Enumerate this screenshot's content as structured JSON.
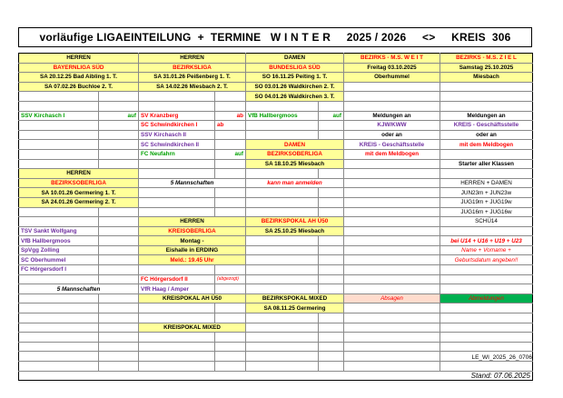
{
  "title": "vorläufige LIGAEINTEILUNG  +  TERMINE   W I N T E R     2025 / 2026     <>     KREIS  306",
  "footer": {
    "stand": "Stand: 07.06.2025",
    "file_id": "LE_WI_2025_26_0706"
  },
  "colors": {
    "header_yellow": "#ffff99",
    "header_peach": "#ffdccd",
    "header_green": "#00b050",
    "red": "#ff0000",
    "blue": "#0070c0",
    "purple": "#7030a0",
    "green": "#00a000"
  },
  "rows": [
    [
      "HERREN",
      "",
      "HERREN",
      "",
      "DAMEN",
      "",
      "BEZIRKS - M.S.  W E I T",
      "BEZIRKS - M.S.  Z I E L"
    ],
    [
      "BAYERNLIGA SÜD",
      "",
      "BEZIRKSLIGA",
      "",
      "BUNDESLIGA SÜD",
      "",
      "Freitag 03.10.2025",
      "Samstag 25.10.2025"
    ],
    [
      "SA 20.12.25 Bad Aibling 1. T.",
      "",
      "SA 31.01.26 Peißenberg 1. T.",
      "",
      "SO 16.11.25 Peiting  1. T.",
      "",
      "Oberhummel",
      "Miesbach"
    ],
    [
      "SA 07.02.26 Buchloe 2. T.",
      "",
      "SA 14.02.26 Miesbach  2. T.",
      "",
      "SO 03.01.26 Waldkirchen 2. T.",
      "",
      "",
      ""
    ],
    [
      "",
      "",
      "",
      "",
      "SO 04.01.26 Waldkirchen 3. T.",
      "",
      "",
      ""
    ],
    [
      "",
      "",
      "",
      "",
      "",
      "",
      "",
      ""
    ],
    [
      "SSV Kirchasch  I",
      "auf",
      "SV Kranzberg",
      "ab",
      "VfB Hallbergmoos",
      "auf",
      "Meldungen an",
      "Meldungen an"
    ],
    [
      "",
      "",
      "SC Schwindkirchen  I",
      "ab",
      "",
      "",
      "KJW/KWW",
      "KREIS - Geschäftsstelle"
    ],
    [
      "",
      "",
      "SSV  Kirchasch  II",
      "",
      "",
      "",
      "oder an",
      "oder an"
    ],
    [
      "",
      "",
      "SC Schwindkirchen  II",
      "",
      "DAMEN",
      "",
      "KREIS - Geschäftsstelle",
      "mit dem Meldbogen"
    ],
    [
      "",
      "",
      "FC Neufahrn",
      "auf",
      "BEZIRKSOBERLIGA",
      "",
      "mit dem Meldbogen",
      ""
    ],
    [
      "",
      "",
      "",
      "",
      "SA 18.10.25 Miesbach",
      "",
      "",
      "Starter aller Klassen"
    ],
    [
      "HERREN",
      "",
      "",
      "",
      "",
      "",
      "",
      ""
    ],
    [
      "BEZIRKSOBERLIGA",
      "",
      "5  Mannschaften",
      "",
      "kann man anmelden",
      "",
      "",
      "HERREN  +  DAMEN"
    ],
    [
      "SA 10.01.26 Germering 1. T.",
      "",
      "",
      "",
      "",
      "",
      "",
      "JUN23m  +  JUN23w"
    ],
    [
      "SA 24.01.26 Germering 2. T.",
      "",
      "",
      "",
      "",
      "",
      "",
      "JUG19m  +  JUG19w"
    ],
    [
      "",
      "",
      "",
      "",
      "",
      "",
      "",
      "JUG16m  +  JUG16w"
    ],
    [
      "",
      "",
      "HERREN",
      "",
      "BEZIRKSPOKAL  AH  Ü50",
      "",
      "",
      "SCHÜ14"
    ],
    [
      "TSV Sankt Wolfgang",
      "",
      "KREISOBERLIGA",
      "",
      "SA 25.10.25 Miesbach",
      "",
      "",
      ""
    ],
    [
      "VfB Hallbergmoos",
      "",
      "Montag -",
      "",
      "",
      "",
      "",
      "bei U14  + U16  + U19  + U23"
    ],
    [
      "SpVgg  Zolling",
      "",
      "Eishalle in ERDING",
      "",
      "",
      "",
      "",
      "Name  +  Vorname  +"
    ],
    [
      "SC  Oberhummel",
      "",
      "Meld.: 19.45 Uhr",
      "",
      "",
      "",
      "",
      "Geburtsdatum angeben!!"
    ],
    [
      "FC  Hörgersdorf  I",
      "",
      "",
      "",
      "",
      "",
      "",
      ""
    ],
    [
      "",
      "",
      "FC Hörgersdorf  II",
      "(abgezogt)",
      "",
      "",
      "",
      ""
    ],
    [
      "5  Mannschaften",
      "",
      "VfR Haag / Amper",
      "",
      "",
      "",
      "",
      ""
    ],
    [
      "",
      "",
      "KREISPOKAL  AH  Ü50",
      "",
      "BEZIRKSPOKAL  MIXED",
      "",
      "Absagen",
      "Abmeldungen"
    ],
    [
      "",
      "",
      "",
      "",
      "SA 08.11.25 Germering",
      "",
      "",
      ""
    ],
    [
      "",
      "",
      "",
      "",
      "",
      "",
      "",
      ""
    ],
    [
      "",
      "",
      "KREISPOKAL  MIXED",
      "",
      "",
      "",
      "",
      ""
    ],
    [
      "",
      "",
      "",
      "",
      "",
      "",
      "",
      ""
    ],
    [
      "",
      "",
      "",
      "",
      "",
      "",
      "",
      ""
    ],
    [
      "",
      "",
      "",
      "",
      "",
      "",
      "",
      ""
    ],
    [
      "",
      "",
      "",
      "",
      "",
      "",
      "",
      ""
    ]
  ]
}
